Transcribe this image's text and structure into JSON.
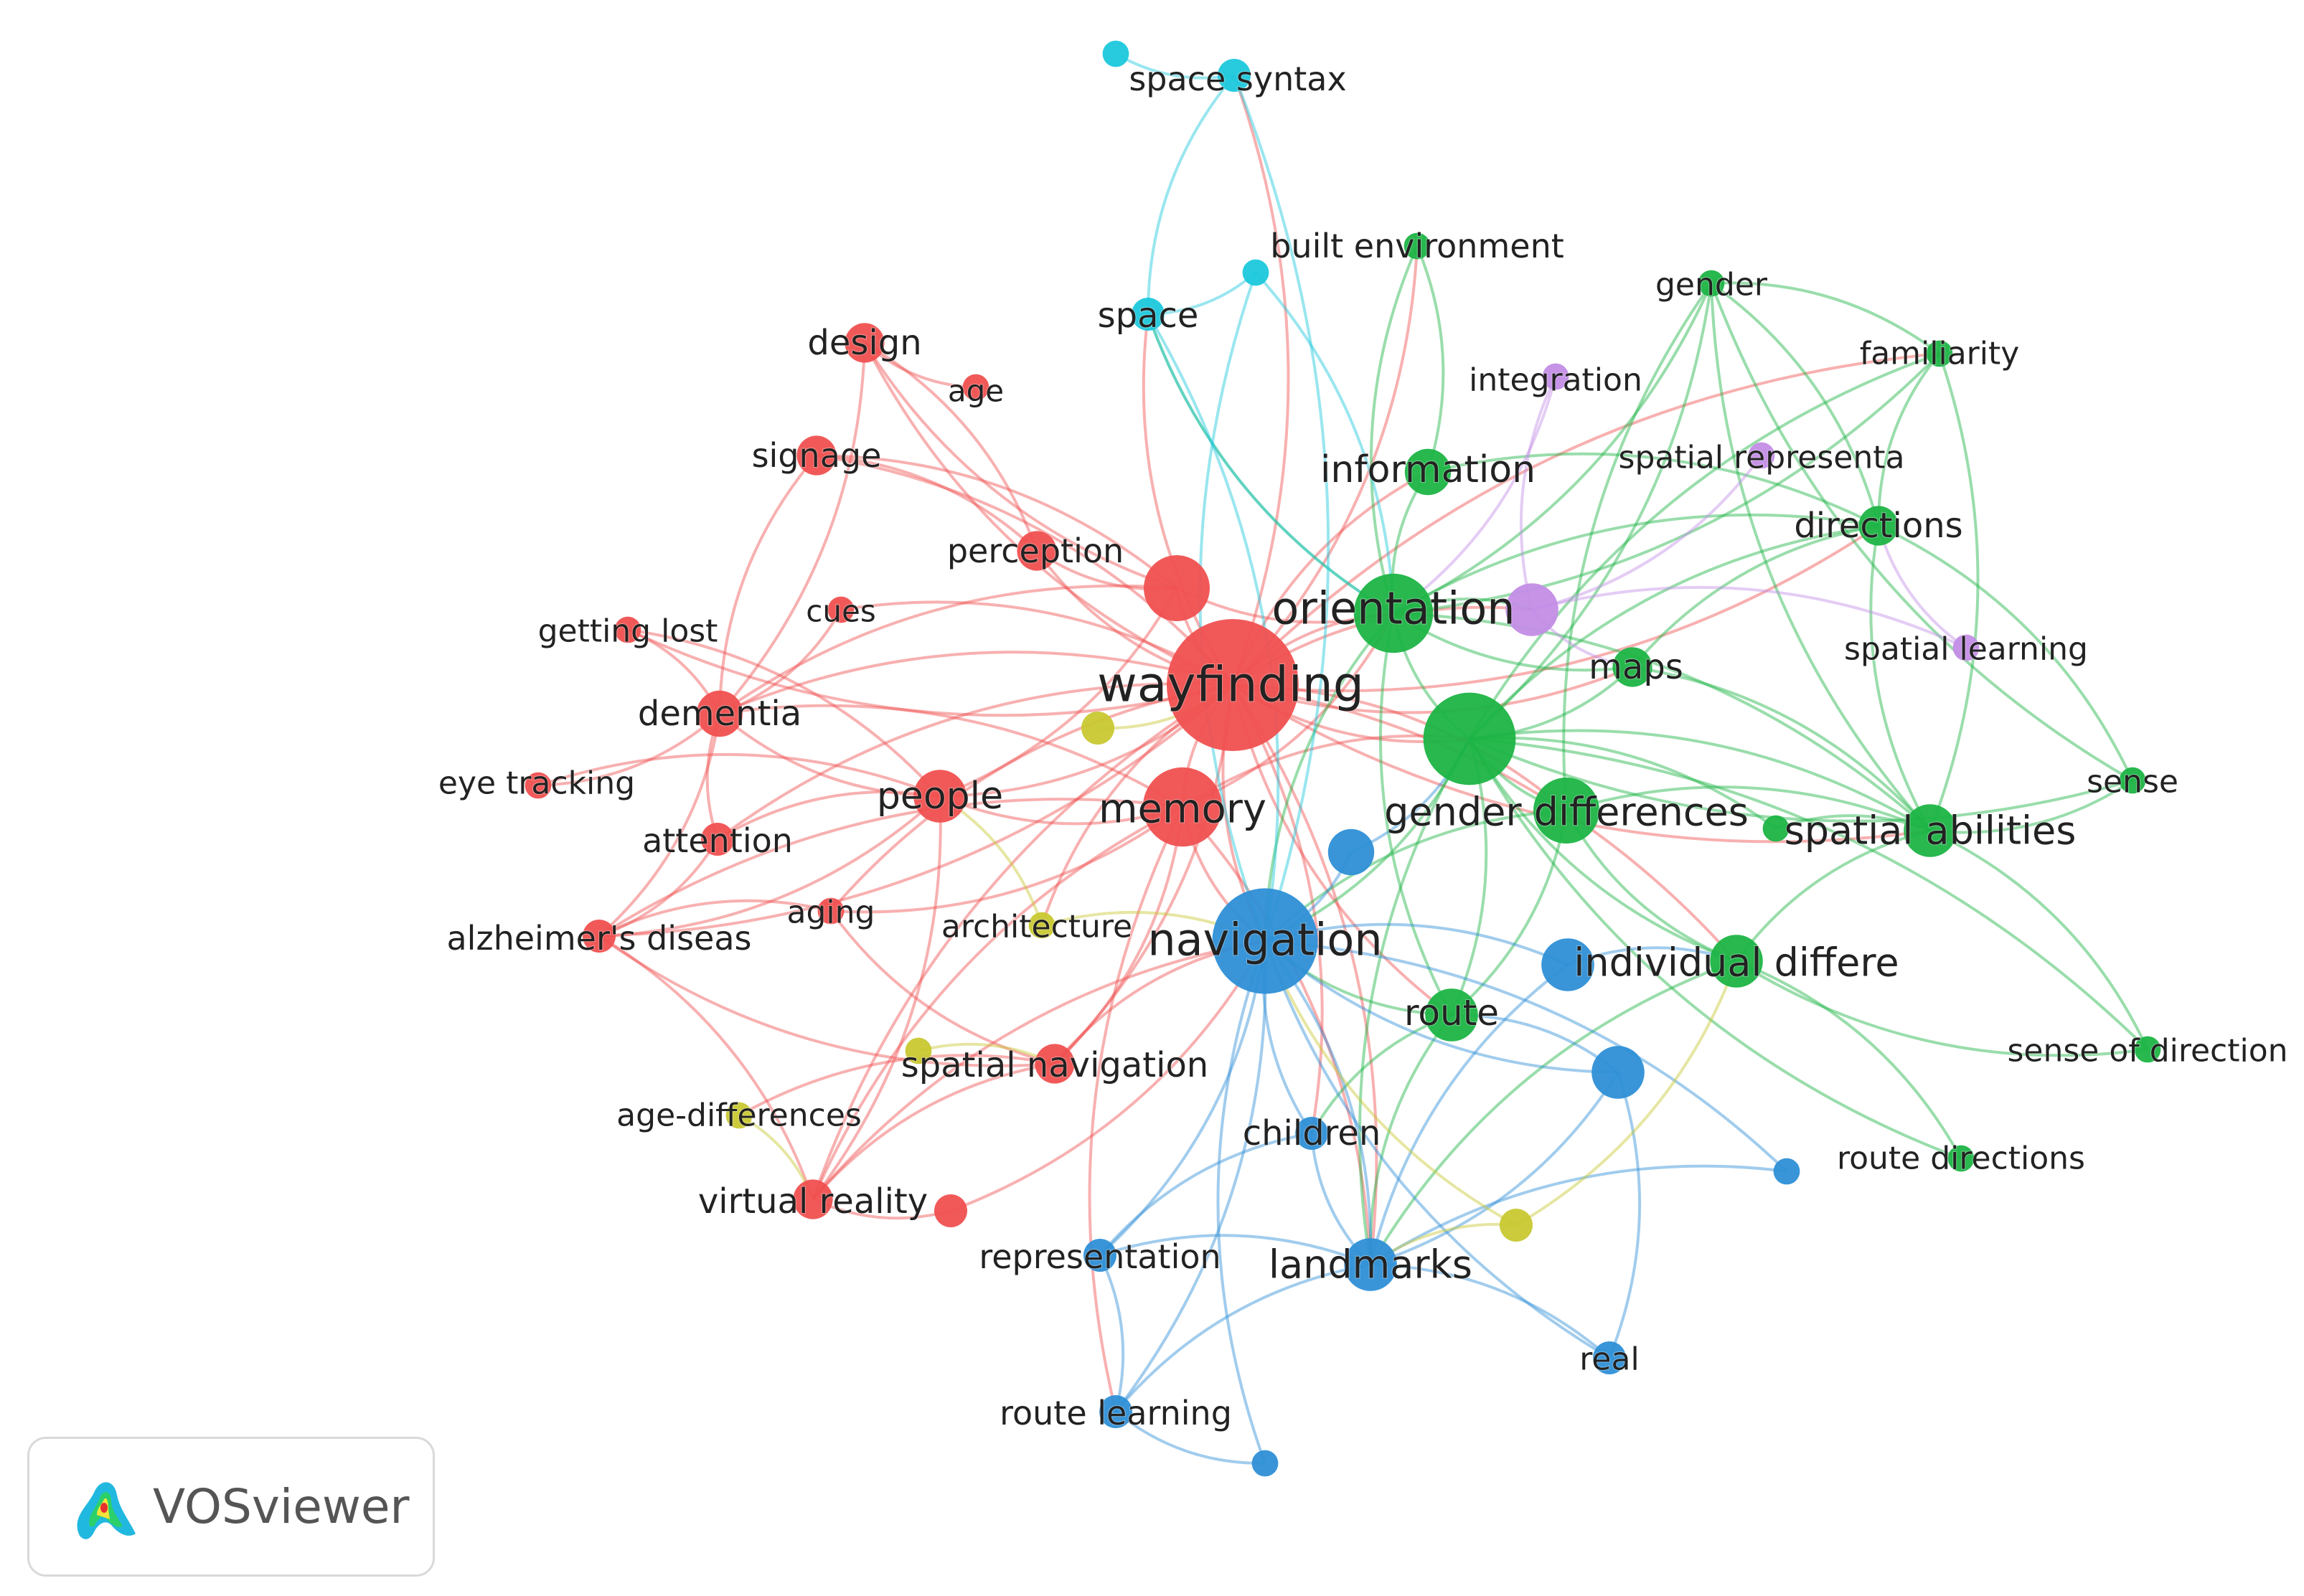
{
  "colors": {
    "cluster1": "#f05050",
    "cluster2": "#1cb444",
    "cluster3": "#2e8fd6",
    "cluster4": "#c8c832",
    "cluster5": "#c38de6",
    "cluster6": "#1cc8dc",
    "background": "#ffffff"
  },
  "badge": {
    "app_name": "VOSviewer",
    "icon": "vosviewer-density-logo-icon"
  },
  "nodes": [
    {
      "id": "wayfinding",
      "label": "wayfinding",
      "cluster": 1,
      "weight": 10
    },
    {
      "id": "memory",
      "label": "memory",
      "cluster": 1,
      "weight": 6
    },
    {
      "id": "red_hub",
      "label": "",
      "cluster": 1,
      "weight": 5
    },
    {
      "id": "people",
      "label": "people",
      "cluster": 1,
      "weight": 4
    },
    {
      "id": "dementia",
      "label": "dementia",
      "cluster": 1,
      "weight": 3.5
    },
    {
      "id": "design",
      "label": "design",
      "cluster": 1,
      "weight": 3
    },
    {
      "id": "signage",
      "label": "signage",
      "cluster": 1,
      "weight": 3
    },
    {
      "id": "age",
      "label": "age",
      "cluster": 1,
      "weight": 2
    },
    {
      "id": "perception",
      "label": "perception",
      "cluster": 1,
      "weight": 3
    },
    {
      "id": "cues",
      "label": "cues",
      "cluster": 1,
      "weight": 2
    },
    {
      "id": "getting_lost",
      "label": "getting lost",
      "cluster": 1,
      "weight": 2
    },
    {
      "id": "eye_tracking",
      "label": "eye tracking",
      "cluster": 1,
      "weight": 2
    },
    {
      "id": "attention",
      "label": "attention",
      "cluster": 1,
      "weight": 2.5
    },
    {
      "id": "alzheimers",
      "label": "alzheimer's diseas",
      "cluster": 1,
      "weight": 2.5
    },
    {
      "id": "aging",
      "label": "aging",
      "cluster": 1,
      "weight": 2
    },
    {
      "id": "spatial_navigation",
      "label": "spatial navigation",
      "cluster": 1,
      "weight": 3
    },
    {
      "id": "virtual_reality",
      "label": "virtual reality",
      "cluster": 1,
      "weight": 3
    },
    {
      "id": "red_small",
      "label": "",
      "cluster": 1,
      "weight": 2.5
    },
    {
      "id": "orientation",
      "label": "orientation",
      "cluster": 2,
      "weight": 6
    },
    {
      "id": "green_hub",
      "label": "",
      "cluster": 2,
      "weight": 7
    },
    {
      "id": "gender_differences",
      "label": "gender differences",
      "cluster": 2,
      "weight": 5
    },
    {
      "id": "spatial_abilities",
      "label": "spatial abilities",
      "cluster": 2,
      "weight": 4
    },
    {
      "id": "individual_differe",
      "label": "individual differe",
      "cluster": 2,
      "weight": 4
    },
    {
      "id": "route",
      "label": "route",
      "cluster": 2,
      "weight": 4
    },
    {
      "id": "maps",
      "label": "maps",
      "cluster": 2,
      "weight": 3
    },
    {
      "id": "information",
      "label": "information",
      "cluster": 2,
      "weight": 3.5
    },
    {
      "id": "directions",
      "label": "directions",
      "cluster": 2,
      "weight": 3
    },
    {
      "id": "gender",
      "label": "gender",
      "cluster": 2,
      "weight": 2
    },
    {
      "id": "familiarity",
      "label": "familiarity",
      "cluster": 2,
      "weight": 2
    },
    {
      "id": "built_environment",
      "label": "built environment",
      "cluster": 2,
      "weight": 2
    },
    {
      "id": "sense",
      "label": "sense",
      "cluster": 2,
      "weight": 2
    },
    {
      "id": "sense_of_direction",
      "label": "sense of direction",
      "cluster": 2,
      "weight": 2
    },
    {
      "id": "route_directions",
      "label": "route directions",
      "cluster": 2,
      "weight": 2
    },
    {
      "id": "green_small",
      "label": "",
      "cluster": 2,
      "weight": 2
    },
    {
      "id": "navigation",
      "label": "navigation",
      "cluster": 3,
      "weight": 8
    },
    {
      "id": "landmarks",
      "label": "landmarks",
      "cluster": 3,
      "weight": 4
    },
    {
      "id": "children",
      "label": "children",
      "cluster": 3,
      "weight": 2.5
    },
    {
      "id": "representation",
      "label": "representation",
      "cluster": 3,
      "weight": 2.5
    },
    {
      "id": "real",
      "label": "real",
      "cluster": 3,
      "weight": 2.5
    },
    {
      "id": "route_learning",
      "label": "route learning",
      "cluster": 3,
      "weight": 2.5
    },
    {
      "id": "blue_a",
      "label": "",
      "cluster": 3,
      "weight": 3.5
    },
    {
      "id": "blue_b",
      "label": "",
      "cluster": 3,
      "weight": 4
    },
    {
      "id": "blue_c",
      "label": "",
      "cluster": 3,
      "weight": 4
    },
    {
      "id": "blue_d",
      "label": "",
      "cluster": 3,
      "weight": 2
    },
    {
      "id": "blue_e",
      "label": "",
      "cluster": 3,
      "weight": 2
    },
    {
      "id": "architecture",
      "label": "architecture",
      "cluster": 4,
      "weight": 2
    },
    {
      "id": "age_differences",
      "label": "age-differences",
      "cluster": 4,
      "weight": 2
    },
    {
      "id": "yellow_a",
      "label": "",
      "cluster": 4,
      "weight": 2.5
    },
    {
      "id": "yellow_b",
      "label": "",
      "cluster": 4,
      "weight": 2
    },
    {
      "id": "yellow_c",
      "label": "",
      "cluster": 4,
      "weight": 2.5
    },
    {
      "id": "integration",
      "label": "integration",
      "cluster": 5,
      "weight": 2
    },
    {
      "id": "spatial_representa",
      "label": "spatial representa",
      "cluster": 5,
      "weight": 2
    },
    {
      "id": "spatial_learning",
      "label": "spatial learning",
      "cluster": 5,
      "weight": 2
    },
    {
      "id": "purple_hub",
      "label": "",
      "cluster": 5,
      "weight": 4
    },
    {
      "id": "space_syntax",
      "label": "space syntax",
      "cluster": 6,
      "weight": 2.5
    },
    {
      "id": "space",
      "label": "space",
      "cluster": 6,
      "weight": 2.5
    },
    {
      "id": "cyan_a",
      "label": "",
      "cluster": 6,
      "weight": 2
    },
    {
      "id": "cyan_b",
      "label": "",
      "cluster": 6,
      "weight": 2
    }
  ],
  "links": [
    [
      "wayfinding",
      "memory"
    ],
    [
      "wayfinding",
      "red_hub"
    ],
    [
      "wayfinding",
      "navigation"
    ],
    [
      "wayfinding",
      "orientation"
    ],
    [
      "wayfinding",
      "green_hub"
    ],
    [
      "wayfinding",
      "people"
    ],
    [
      "wayfinding",
      "dementia"
    ],
    [
      "wayfinding",
      "design"
    ],
    [
      "wayfinding",
      "signage"
    ],
    [
      "wayfinding",
      "perception"
    ],
    [
      "wayfinding",
      "cues"
    ],
    [
      "wayfinding",
      "getting_lost"
    ],
    [
      "wayfinding",
      "attention"
    ],
    [
      "wayfinding",
      "alzheimers"
    ],
    [
      "wayfinding",
      "aging"
    ],
    [
      "wayfinding",
      "spatial_navigation"
    ],
    [
      "wayfinding",
      "virtual_reality"
    ],
    [
      "wayfinding",
      "landmarks"
    ],
    [
      "wayfinding",
      "route"
    ],
    [
      "wayfinding",
      "gender_differences"
    ],
    [
      "wayfinding",
      "spatial_abilities"
    ],
    [
      "wayfinding",
      "individual_differe"
    ],
    [
      "wayfinding",
      "maps"
    ],
    [
      "wayfinding",
      "information"
    ],
    [
      "wayfinding",
      "directions"
    ],
    [
      "wayfinding",
      "space"
    ],
    [
      "wayfinding",
      "space_syntax"
    ],
    [
      "wayfinding",
      "purple_hub"
    ],
    [
      "wayfinding",
      "architecture"
    ],
    [
      "wayfinding",
      "children"
    ],
    [
      "wayfinding",
      "built_environment"
    ],
    [
      "wayfinding",
      "familiarity"
    ],
    [
      "memory",
      "navigation"
    ],
    [
      "memory",
      "people"
    ],
    [
      "memory",
      "dementia"
    ],
    [
      "memory",
      "spatial_navigation"
    ],
    [
      "memory",
      "virtual_reality"
    ],
    [
      "memory",
      "aging"
    ],
    [
      "memory",
      "alzheimers"
    ],
    [
      "memory",
      "green_hub"
    ],
    [
      "memory",
      "orientation"
    ],
    [
      "memory",
      "landmarks"
    ],
    [
      "memory",
      "route_learning"
    ],
    [
      "red_hub",
      "design"
    ],
    [
      "red_hub",
      "signage"
    ],
    [
      "red_hub",
      "perception"
    ],
    [
      "red_hub",
      "orientation"
    ],
    [
      "red_hub",
      "people"
    ],
    [
      "red_hub",
      "dementia"
    ],
    [
      "people",
      "dementia"
    ],
    [
      "people",
      "attention"
    ],
    [
      "people",
      "alzheimers"
    ],
    [
      "people",
      "eye_tracking"
    ],
    [
      "people",
      "virtual_reality"
    ],
    [
      "dementia",
      "design"
    ],
    [
      "dementia",
      "signage"
    ],
    [
      "dementia",
      "getting_lost"
    ],
    [
      "dementia",
      "eye_tracking"
    ],
    [
      "dementia",
      "attention"
    ],
    [
      "dementia",
      "alzheimers"
    ],
    [
      "dementia",
      "cues"
    ],
    [
      "design",
      "perception"
    ],
    [
      "design",
      "age"
    ],
    [
      "signage",
      "perception"
    ],
    [
      "alzheimers",
      "attention"
    ],
    [
      "alzheimers",
      "aging"
    ],
    [
      "alzheimers",
      "spatial_navigation"
    ],
    [
      "alzheimers",
      "virtual_reality"
    ],
    [
      "spatial_navigation",
      "virtual_reality"
    ],
    [
      "spatial_navigation",
      "aging"
    ],
    [
      "spatial_navigation",
      "age_differences"
    ],
    [
      "spatial_navigation",
      "navigation"
    ],
    [
      "virtual_reality",
      "red_small"
    ],
    [
      "virtual_reality",
      "navigation"
    ],
    [
      "red_small",
      "navigation"
    ],
    [
      "getting_lost",
      "people"
    ],
    [
      "orientation",
      "green_hub"
    ],
    [
      "orientation",
      "information"
    ],
    [
      "orientation",
      "maps"
    ],
    [
      "orientation",
      "directions"
    ],
    [
      "orientation",
      "gender"
    ],
    [
      "orientation",
      "purple_hub"
    ],
    [
      "orientation",
      "navigation"
    ],
    [
      "orientation",
      "built_environment"
    ],
    [
      "orientation",
      "familiarity"
    ],
    [
      "orientation",
      "spatial_abilities"
    ],
    [
      "orientation",
      "route"
    ],
    [
      "orientation",
      "space"
    ],
    [
      "green_hub",
      "gender_differences"
    ],
    [
      "green_hub",
      "spatial_abilities"
    ],
    [
      "green_hub",
      "individual_differe"
    ],
    [
      "green_hub",
      "route"
    ],
    [
      "green_hub",
      "maps"
    ],
    [
      "green_hub",
      "directions"
    ],
    [
      "green_hub",
      "gender"
    ],
    [
      "green_hub",
      "familiarity"
    ],
    [
      "green_hub",
      "sense"
    ],
    [
      "green_hub",
      "sense_of_direction"
    ],
    [
      "green_hub",
      "route_directions"
    ],
    [
      "green_hub",
      "navigation"
    ],
    [
      "green_hub",
      "landmarks"
    ],
    [
      "gender_differences",
      "spatial_abilities"
    ],
    [
      "gender_differences",
      "individual_differe"
    ],
    [
      "gender_differences",
      "gender"
    ],
    [
      "gender_differences",
      "navigation"
    ],
    [
      "gender_differences",
      "route"
    ],
    [
      "spatial_abilities",
      "sense"
    ],
    [
      "spatial_abilities",
      "sense_of_direction"
    ],
    [
      "spatial_abilities",
      "familiarity"
    ],
    [
      "spatial_abilities",
      "directions"
    ],
    [
      "spatial_abilities",
      "individual_differe"
    ],
    [
      "spatial_abilities",
      "gender"
    ],
    [
      "individual_differe",
      "sense_of_direction"
    ],
    [
      "individual_differe",
      "route_directions"
    ],
    [
      "individual_differe",
      "landmarks"
    ],
    [
      "directions",
      "familiarity"
    ],
    [
      "directions",
      "gender"
    ],
    [
      "directions",
      "sense"
    ],
    [
      "directions",
      "maps"
    ],
    [
      "maps",
      "spatial_abilities"
    ],
    [
      "route",
      "landmarks"
    ],
    [
      "route",
      "navigation"
    ],
    [
      "route",
      "children"
    ],
    [
      "information",
      "directions"
    ],
    [
      "information",
      "built_environment"
    ],
    [
      "gender",
      "familiarity"
    ],
    [
      "gender",
      "sense"
    ],
    [
      "green_small",
      "spatial_abilities"
    ],
    [
      "green_small",
      "green_hub"
    ],
    [
      "navigation",
      "landmarks"
    ],
    [
      "navigation",
      "children"
    ],
    [
      "navigation",
      "representation"
    ],
    [
      "navigation",
      "real"
    ],
    [
      "navigation",
      "route_learning"
    ],
    [
      "navigation",
      "blue_a"
    ],
    [
      "navigation",
      "blue_b"
    ],
    [
      "navigation",
      "blue_c"
    ],
    [
      "navigation",
      "blue_d"
    ],
    [
      "navigation",
      "blue_e"
    ],
    [
      "landmarks",
      "children"
    ],
    [
      "landmarks",
      "representation"
    ],
    [
      "landmarks",
      "real"
    ],
    [
      "landmarks",
      "route_learning"
    ],
    [
      "landmarks",
      "blue_b"
    ],
    [
      "landmarks",
      "blue_c"
    ],
    [
      "landmarks",
      "blue_d"
    ],
    [
      "blue_a",
      "green_hub"
    ],
    [
      "blue_b",
      "individual_differe"
    ],
    [
      "blue_c",
      "route"
    ],
    [
      "representation",
      "route_learning"
    ],
    [
      "real",
      "blue_c"
    ],
    [
      "blue_e",
      "route_learning"
    ],
    [
      "children",
      "representation"
    ],
    [
      "architecture",
      "navigation"
    ],
    [
      "architecture",
      "people"
    ],
    [
      "age_differences",
      "virtual_reality"
    ],
    [
      "yellow_a",
      "wayfinding"
    ],
    [
      "yellow_b",
      "spatial_navigation"
    ],
    [
      "yellow_c",
      "landmarks"
    ],
    [
      "yellow_c",
      "navigation"
    ],
    [
      "yellow_c",
      "individual_differe"
    ],
    [
      "integration",
      "orientation"
    ],
    [
      "integration",
      "purple_hub"
    ],
    [
      "spatial_representa",
      "purple_hub"
    ],
    [
      "spatial_learning",
      "purple_hub"
    ],
    [
      "spatial_learning",
      "directions"
    ],
    [
      "purple_hub",
      "maps"
    ],
    [
      "space_syntax",
      "cyan_a"
    ],
    [
      "space_syntax",
      "space"
    ],
    [
      "space_syntax",
      "navigation"
    ],
    [
      "space",
      "cyan_b"
    ],
    [
      "space",
      "navigation"
    ],
    [
      "cyan_b",
      "navigation"
    ],
    [
      "cyan_b",
      "orientation"
    ],
    [
      "space",
      "orientation"
    ]
  ]
}
